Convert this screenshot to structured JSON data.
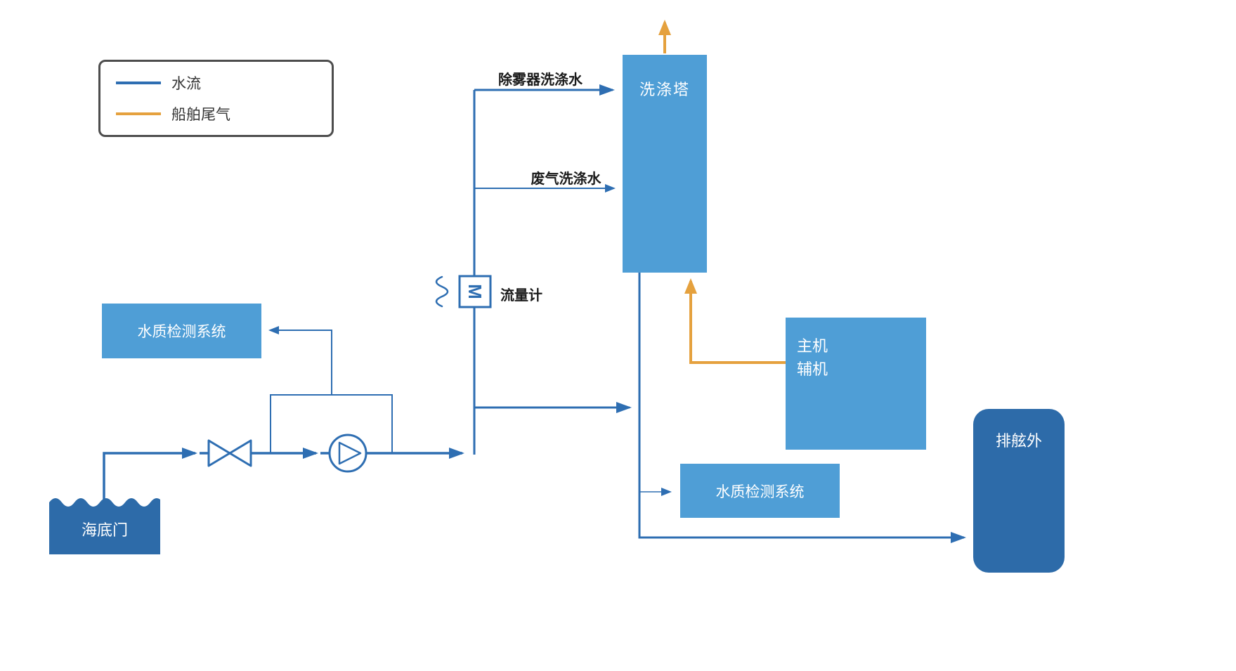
{
  "colors": {
    "water_line": "#2e6eb2",
    "exhaust_line": "#e5a13e",
    "box_light_blue": "#4f9ed6",
    "box_dark_blue": "#2d6ba9"
  },
  "legend": {
    "items": [
      {
        "label": "水流"
      },
      {
        "label": "船舶尾气"
      }
    ]
  },
  "nodes": {
    "scrubber_tower": "洗涤塔",
    "water_quality_left": "水质检测系统",
    "water_quality_right": "水质检测系统",
    "engine_line1": "主机",
    "engine_line2": "辅机",
    "sea_chest": "海底门",
    "overboard": "排舷外"
  },
  "labels": {
    "demister_wash_water": "除雾器洗涤水",
    "exhaust_wash_water": "废气洗涤水",
    "flow_meter": "流量计",
    "flow_meter_symbol": "M"
  }
}
